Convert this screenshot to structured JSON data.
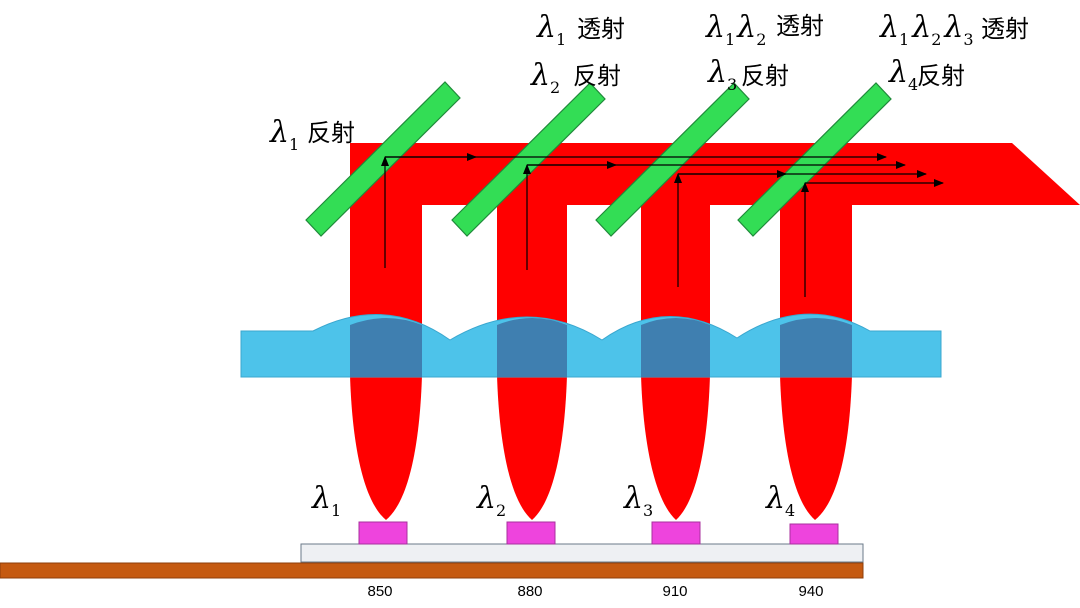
{
  "colors": {
    "beam": "#ff0000",
    "filter": "#33dd55",
    "lens": "#4dc3ea",
    "lens_overlap": "#3f7fb0",
    "emitter": "#ee44dd",
    "substrate": "#eef0f3",
    "base": "#c55a11",
    "arrow": "#000000"
  },
  "symbols": {
    "lambda": "λ"
  },
  "labels": {
    "filter1": {
      "sub": "1",
      "text": "反射"
    },
    "filter2": {
      "line1_sub": "1",
      "line1_text": "透射",
      "line2_sub": "2",
      "line2_text": "反射"
    },
    "filter3": {
      "line1_sub1": "1",
      "line1_sub2": "2",
      "line1_text": "透射",
      "line2_sub": "3",
      "line2_text": "反射"
    },
    "filter4": {
      "line1_sub1": "1",
      "line1_sub2": "2",
      "line1_sub3": "3",
      "line1_text": "透射",
      "line2_sub": "4",
      "line2_text": "反射"
    }
  },
  "emitters": [
    {
      "sub": "1",
      "wavelength": "850"
    },
    {
      "sub": "2",
      "wavelength": "880"
    },
    {
      "sub": "3",
      "wavelength": "910"
    },
    {
      "sub": "4",
      "wavelength": "940"
    }
  ]
}
